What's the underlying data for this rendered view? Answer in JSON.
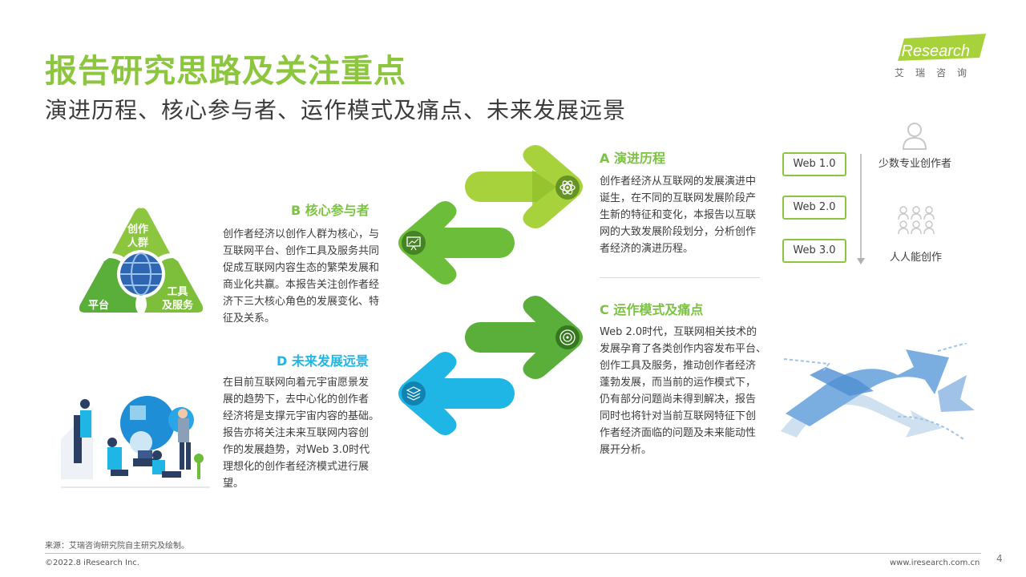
{
  "header": {
    "title": "报告研究思路及关注重点",
    "subtitle": "演进历程、核心参与者、运作模式及痛点、未来发展远景"
  },
  "logo": {
    "brand": "iResearch",
    "sub": "艾瑞咨询",
    "color": "#8cc63f"
  },
  "sections": {
    "a": {
      "heading": "A  演进历程",
      "lines": [
        "创作者经济从互联网的发展演进中",
        "诞生，在不同的互联网发展阶段产",
        "生新的特征和变化，本报告以互联",
        "网的大致发展阶段划分，分析创作",
        "者经济的演进历程。"
      ]
    },
    "b": {
      "heading": "B  核心参与者",
      "lines": [
        "创作者经济以创作人群为核心，与",
        "互联网平台、创作工具及服务共同",
        "促成互联网内容生态的繁荣发展和",
        "商业化共赢。本报告关注创作者经",
        "济下三大核心角色的发展变化、特",
        "征及关系。"
      ]
    },
    "c": {
      "heading": "C  运作模式及痛点",
      "lines": [
        "Web 2.0时代，互联网相关技术的",
        "发展孕育了各类创作内容发布平台、",
        "创作工具及服务，推动创作者经济",
        "蓬勃发展，而当前的运作模式下，",
        "仍有部分问题尚未得到解决，报告",
        "同时也将针对当前互联网特征下创",
        "作者经济面临的问题及未来能动性",
        "展开分析。"
      ]
    },
    "d": {
      "heading": "D  未来发展远景",
      "lines": [
        "在目前互联网向着元宇宙愿景发",
        "展的趋势下，去中心化的创作者",
        "经济将是支撑元宇宙内容的基础。",
        "报告亦将关注未来互联网内容创",
        "作的发展趋势，对Web 3.0时代",
        "理想化的创作者经济模式进行展",
        "望。"
      ]
    }
  },
  "triangle": {
    "top": [
      "创作",
      "人群"
    ],
    "left": "平台",
    "right": [
      "工具",
      "及服务"
    ]
  },
  "web_timeline": {
    "boxes": [
      "Web 1.0",
      "Web 2.0",
      "Web 3.0"
    ],
    "top_label": "少数专业创作者",
    "bottom_label": "人人能创作"
  },
  "arrows": [
    {
      "name": "arrow-a",
      "direction": "right",
      "color": "#a8d23c",
      "icon": "atom-icon"
    },
    {
      "name": "arrow-b",
      "direction": "left",
      "color": "#6cbd3a",
      "icon": "presentation-icon"
    },
    {
      "name": "arrow-c",
      "direction": "right",
      "color": "#5aae3a",
      "icon": "target-icon"
    },
    {
      "name": "arrow-d",
      "direction": "left",
      "color": "#1fb6e6",
      "icon": "layers-icon"
    }
  ],
  "footer": {
    "source": "来源：艾瑞咨询研究院自主研究及绘制。",
    "copyright": "©2022.8 iResearch Inc.",
    "website": "www.iresearch.com.cn",
    "page": "4"
  }
}
